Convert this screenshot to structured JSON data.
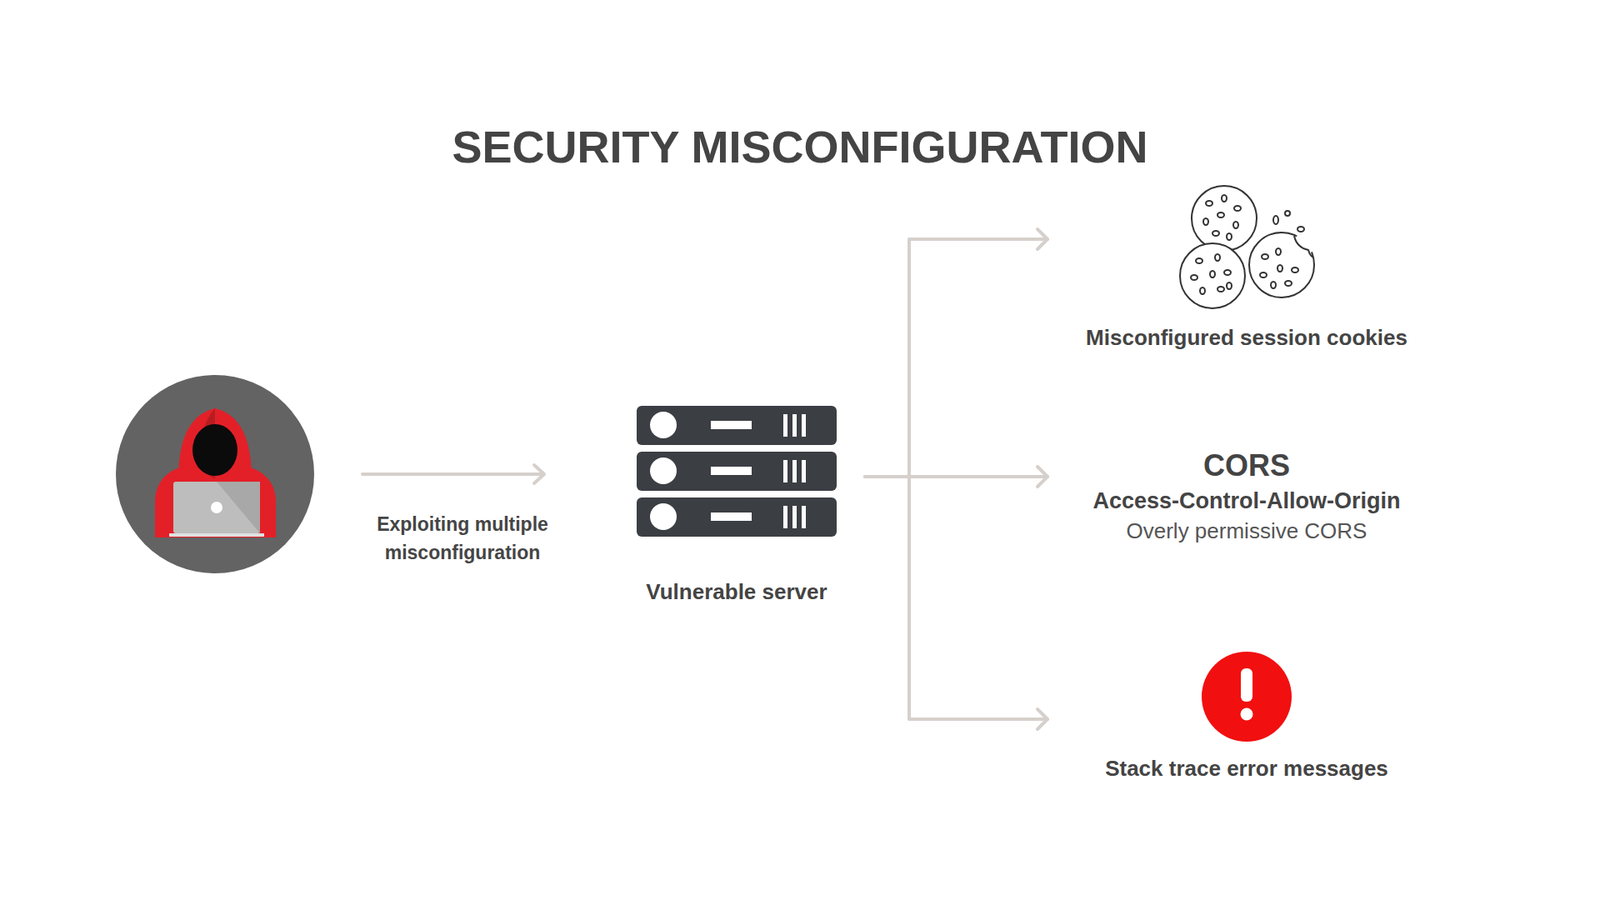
{
  "diagram": {
    "title": "SECURITY MISCONFIGURATION",
    "nodes": [
      {
        "text": [
          "Vulnerable server"
        ]
      },
      {
        "text": [
          "Misconfigured session cookies"
        ]
      },
      {
        "text": [
          "CORS",
          "Access-Control-Allow-Origin",
          "Overly permissive CORS"
        ]
      },
      {
        "text": [
          "Stack trace error messages"
        ]
      }
    ],
    "edges": [
      {
        "from": 0,
        "to": 1,
        "arrow": "to"
      },
      {
        "from": 0,
        "to": 2,
        "arrow": "to"
      },
      {
        "from": 0,
        "to": 3,
        "arrow": "to"
      }
    ],
    "labels": [
      "Exploiting multiple misconfiguration"
    ]
  }
}
